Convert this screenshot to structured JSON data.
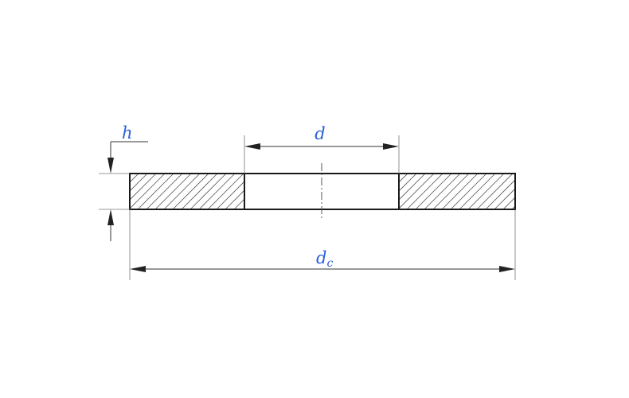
{
  "labels": {
    "thickness": "h",
    "inner_diameter": "d",
    "outer_diameter": "d",
    "outer_diameter_subscript": "c"
  },
  "colors": {
    "label": "#2b5fd9",
    "outline": "#1a1a1a",
    "hatch": "#555555"
  }
}
